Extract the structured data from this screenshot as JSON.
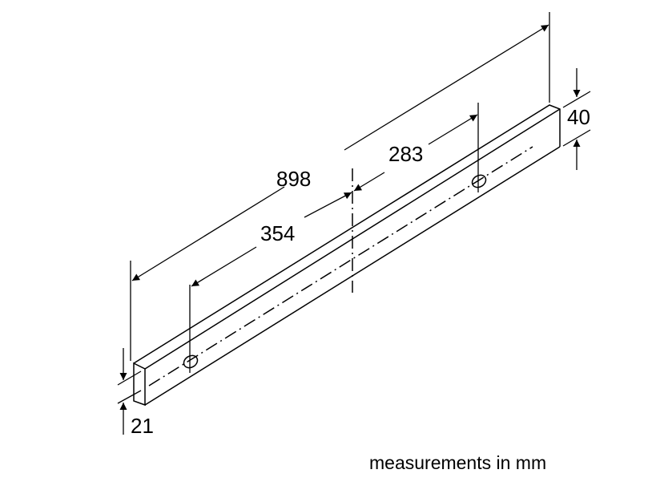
{
  "dimensions": {
    "overall_length": "898",
    "left_hole_offset": "354",
    "right_hole_offset": "283",
    "height": "40",
    "depth": "21"
  },
  "caption": "measurements in mm"
}
